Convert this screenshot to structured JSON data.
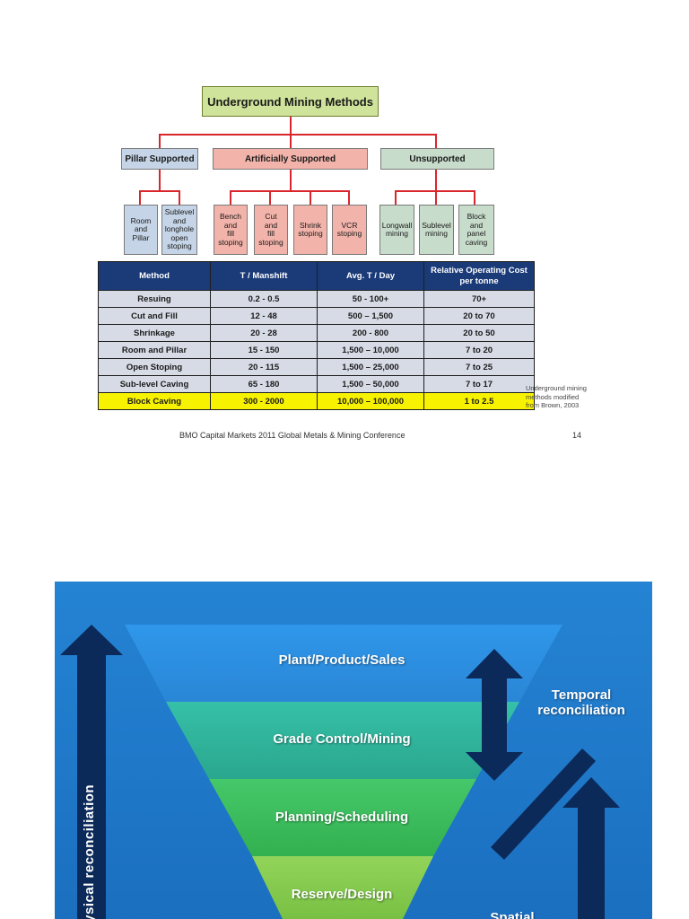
{
  "slide1": {
    "root": "Underground Mining Methods",
    "categories": [
      {
        "label": "Pillar Supported",
        "leaves": [
          "Room\nand\nPillar",
          "Sublevel\nand\nlonghole\nopen\nstoping"
        ]
      },
      {
        "label": "Artificially Supported",
        "leaves": [
          "Bench\nand\nfill\nstoping",
          "Cut\nand\nfill\nstoping",
          "Shrink\nstoping",
          "VCR\nstoping"
        ]
      },
      {
        "label": "Unsupported",
        "leaves": [
          "Longwall\nmining",
          "Sublevel\nmining",
          "Block\nand\npanel\ncaving"
        ]
      }
    ],
    "table": {
      "headers": [
        "Method",
        "T / Manshift",
        "Avg. T / Day",
        "Relative Operating Cost  per tonne"
      ],
      "rows": [
        [
          "Resuing",
          "0.2 - 0.5",
          "50 - 100+",
          "70+"
        ],
        [
          "Cut and Fill",
          "12 - 48",
          "500 – 1,500",
          "20 to  70"
        ],
        [
          "Shrinkage",
          "20 - 28",
          "200 - 800",
          "20 to 50"
        ],
        [
          "Room and Pillar",
          "15 - 150",
          "1,500 – 10,000",
          "7 to 20"
        ],
        [
          "Open Stoping",
          "20 - 115",
          "1,500 – 25,000",
          "7 to 25"
        ],
        [
          "Sub-level Caving",
          "65 - 180",
          "1,500 – 50,000",
          "7 to 17"
        ],
        [
          "Block Caving",
          "300 - 2000",
          "10,000 – 100,000",
          "1 to 2.5"
        ]
      ],
      "highlight_row": "Block Caving"
    },
    "source_note": "Underground mining\nmethods modified\nfrom Brown, 2003",
    "footer": "BMO Capital Markets 2011 Global Metals & Mining Conference",
    "page_number": "14"
  },
  "slide2": {
    "layers": [
      "Plant/Product/Sales",
      "Grade Control/Mining",
      "Planning/Scheduling",
      "Reserve/Design"
    ],
    "left_label": "Physical   reconciliation",
    "temporal_label": "Temporal\nreconciliation",
    "spatial_label": "Spatial"
  },
  "colors": {
    "root": "#cfe39a",
    "pillar": "#c5d4e6",
    "artificial": "#f2b3aa",
    "unsupported": "#c8dccb",
    "connector": "#d9262c",
    "table_header": "#1a3a78",
    "table_cell": "#d6dbe6",
    "highlight": "#f7f200",
    "slide2_background": "#1f78c8",
    "layer_plant": "#2d8ee0",
    "layer_grade": "#2fb59a",
    "layer_planning": "#3fbf5a",
    "layer_reserve": "#86cc4a",
    "arrow": "#0b2a5a"
  }
}
